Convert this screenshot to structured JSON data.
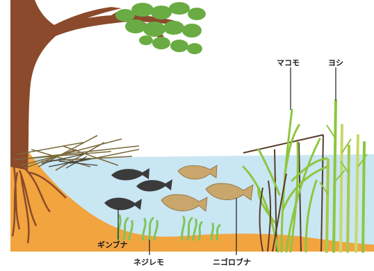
{
  "labels": {
    "makomo": "マコモ",
    "yoshi": "ヨシ",
    "ginbuna": "ギンブナ",
    "nejiremo": "ネジレモ",
    "nigorobuna": "ニゴロブナ"
  },
  "colors": {
    "water": "#c9e6f3",
    "shore": "#f2a43f",
    "trunk": "#8b4a2b",
    "leaf": "#6aac43",
    "dark_fish": "#3b3b3b",
    "light_fish": "#c9a66b",
    "makomo_green": "#8dc63f",
    "reed_dark": "#5a3a2a",
    "reed_yellow": "#c8d86a",
    "weed": "#7dc55a"
  }
}
